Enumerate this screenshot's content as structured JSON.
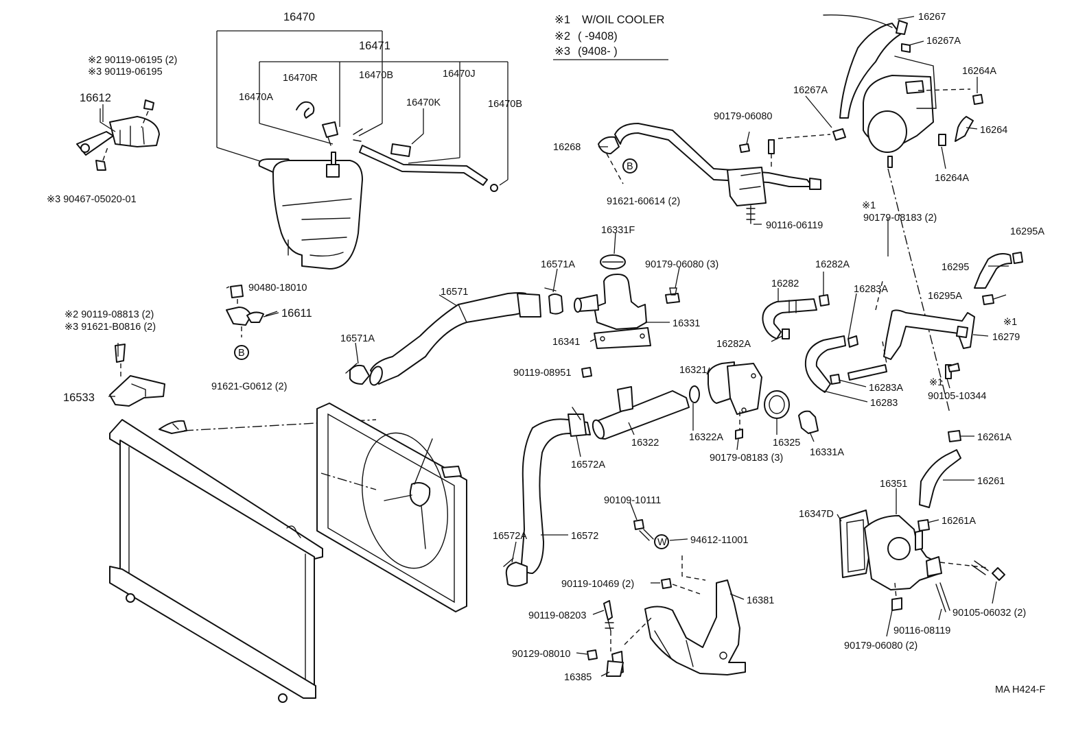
{
  "legend": {
    "items": [
      {
        "mark": "※1",
        "text": "W/OIL COOLER"
      },
      {
        "mark": "※2",
        "text": "(      -9408)"
      },
      {
        "mark": "※3",
        "text": "(9408-       )"
      }
    ]
  },
  "drawing_code": "MA H424-F",
  "callouts": {
    "p16470": "16470",
    "p16471": "16471",
    "p16470R": "16470R",
    "p16470B_a": "16470B",
    "p16470J": "16470J",
    "p16470A": "16470A",
    "p16470K": "16470K",
    "p16470B_b": "16470B",
    "p16612": "16612",
    "n2_90119_06195": "※2  90119-06195 (2)",
    "n3_90119_06195": "※3  90119-06195",
    "n3_90467": "※3  90467-05020-01",
    "p16267": "16267",
    "p16267A_a": "16267A",
    "p16267A_b": "16267A",
    "p16264A_a": "16264A",
    "p16264": "16264",
    "p16264A_b": "16264A",
    "p90179_06080_top": "90179-06080",
    "p16268": "16268",
    "p91621_60614": "91621-60614 (2)",
    "p90116_06119_top": "90116-06119",
    "n1_a": "※1",
    "p90179_08183_2": "90179-08183 (2)",
    "p16295A_a": "16295A",
    "p16295": "16295",
    "p16295A_b": "16295A",
    "n1_b": "※1",
    "p16279": "16279",
    "p16331F": "16331F",
    "p90179_06080_3": "90179-06080 (3)",
    "p16571A_a": "16571A",
    "p16571": "16571",
    "p16571A_b": "16571A",
    "p16331": "16331",
    "p16341": "16341",
    "p16282A_a": "16282A",
    "p16282": "16282",
    "p16282A_b": "16282A",
    "p16283A_a": "16283A",
    "p16283A_b": "16283A",
    "p16283": "16283",
    "n1_c": "※1",
    "p90105_10344": "90105-10344",
    "p90480_18010": "90480-18010",
    "p16611": "16611",
    "p91621_G0612": "91621-G0612 (2)",
    "n2_90119_08813": "※2  90119-08813 (2)",
    "n3_91621_B0816": "※3  91621-B0816 (2)",
    "p16533": "16533",
    "p90119_08951": "90119-08951",
    "p16321": "16321",
    "p16322": "16322",
    "p16322A": "16322A",
    "p16325": "16325",
    "p16331A": "16331A",
    "p90179_08183_3": "90179-08183 (3)",
    "p16572A_a": "16572A",
    "p16572A_b": "16572A",
    "p16572": "16572",
    "p16261A_a": "16261A",
    "p16261": "16261",
    "p16351": "16351",
    "p16347D": "16347D",
    "p16261A_b": "16261A",
    "p90109_10111": "90109-10111",
    "p94612_11001": "94612-11001",
    "p90119_10469": "90119-10469 (2)",
    "p16381": "16381",
    "p90119_08203": "90119-08203",
    "p90129_08010": "90129-08010",
    "p16385": "16385",
    "p90105_06032": "90105-06032 (2)",
    "p90116_08119": "90116-08119",
    "p90179_06080_2": "90179-06080 (2)",
    "mark_B1": "B",
    "mark_B2": "B",
    "mark_W": "W"
  }
}
